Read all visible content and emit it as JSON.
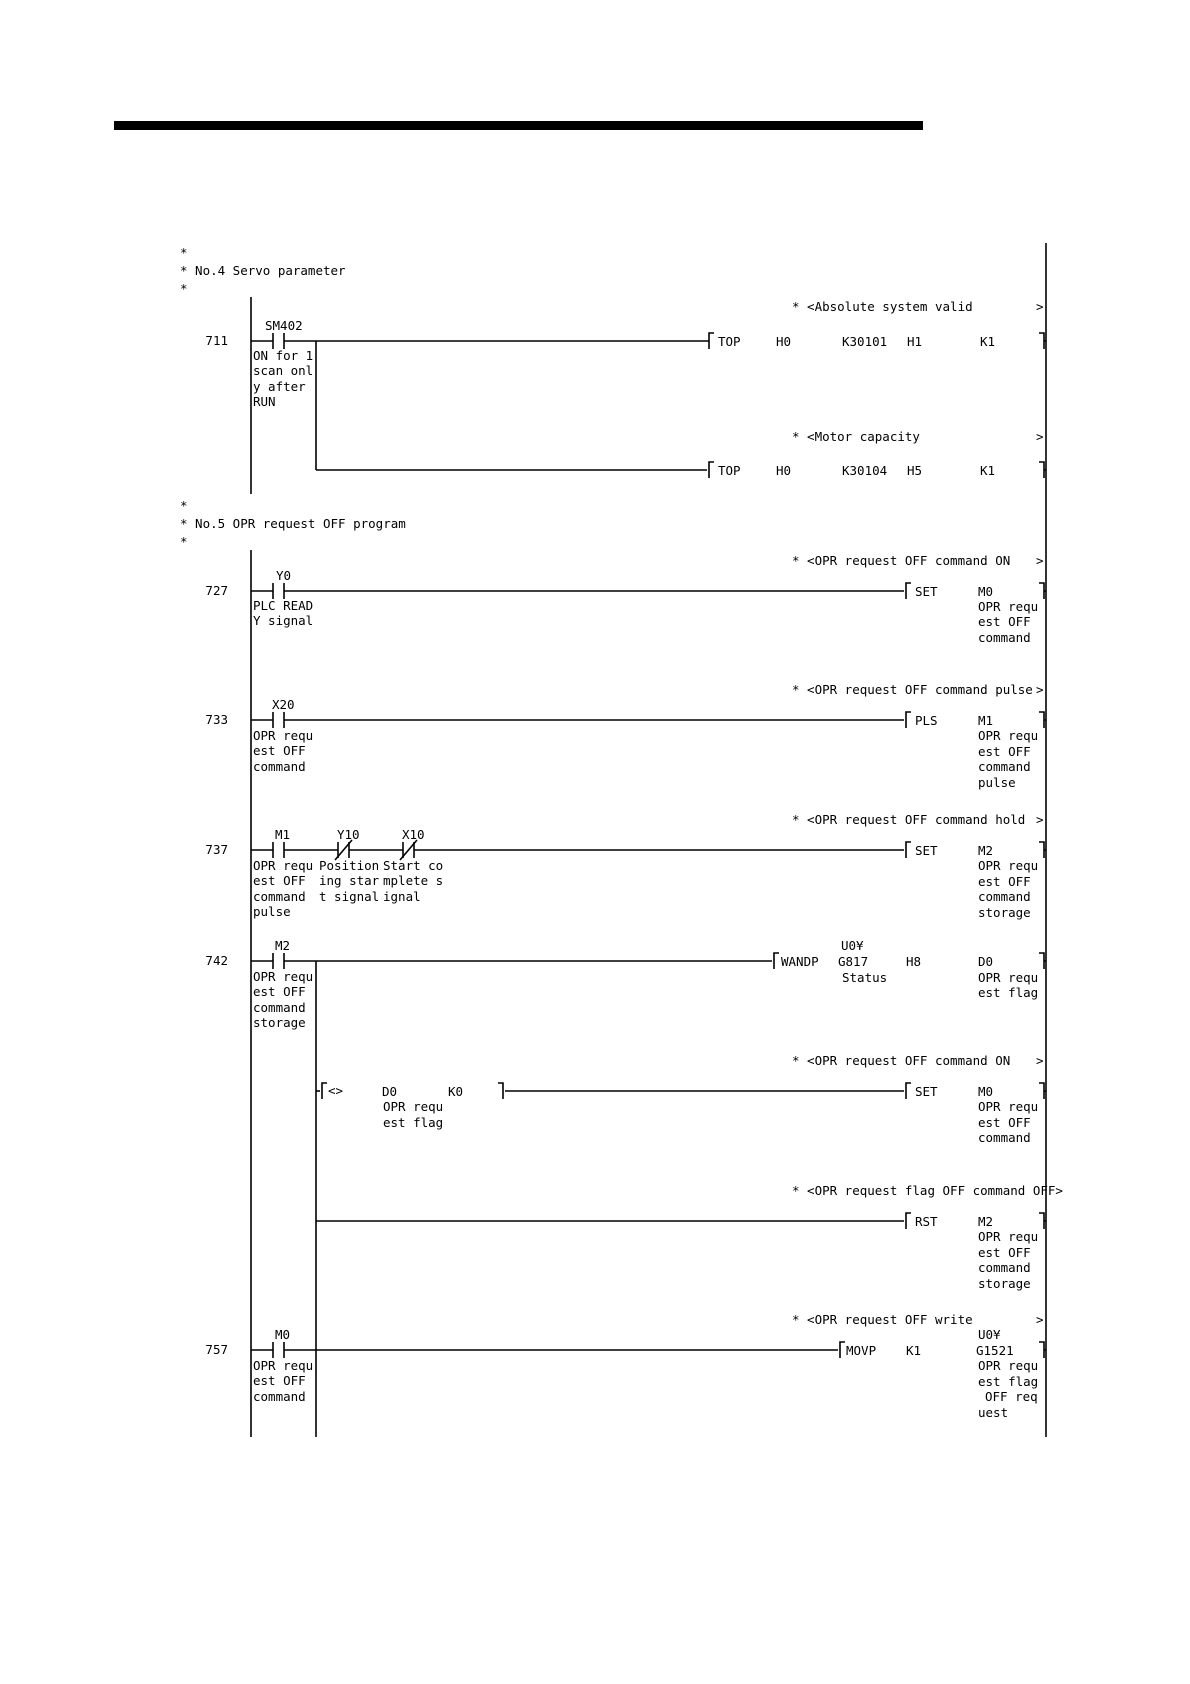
{
  "header_bar_color": "#000000",
  "comments": {
    "star": "*",
    "sec4_title": "* No.4 Servo parameter",
    "sec5_title": "* No.5 OPR request OFF program",
    "abs_valid": "* <Absolute system valid",
    "motor_cap": "* <Motor capacity",
    "opr_on": "* <OPR request OFF command ON",
    "opr_pulse": "* <OPR request OFF command pulse",
    "opr_hold": "* <OPR request OFF command hold",
    "opr_on2": "* <OPR request OFF command ON",
    "flag_off": "* <OPR request flag OFF command OFF>",
    "opr_write": "* <OPR request OFF write",
    "trail": ">"
  },
  "steps": {
    "s711": "711",
    "s727": "727",
    "s733": "733",
    "s737": "737",
    "s742": "742",
    "s757": "757"
  },
  "devices": {
    "sm402": "SM402",
    "y0": "Y0",
    "x20": "X20",
    "m1": "M1",
    "y10": "Y10",
    "x10": "X10",
    "m2": "M2",
    "m0": "M0"
  },
  "device_comments": {
    "sm402": [
      "ON for 1",
      "scan onl",
      "y after",
      "RUN"
    ],
    "y0": [
      "PLC READ",
      "Y signal"
    ],
    "x20": [
      "OPR requ",
      "est OFF",
      "command"
    ],
    "m1": [
      "OPR requ",
      "est OFF",
      "command",
      "pulse"
    ],
    "y10": [
      "Position",
      "ing star",
      "t signal"
    ],
    "x10": [
      "Start co",
      "mplete s",
      "ignal"
    ],
    "m2": [
      "OPR requ",
      "est OFF",
      "command",
      "storage"
    ],
    "m0": [
      "OPR requ",
      "est OFF",
      "command"
    ]
  },
  "instructions": {
    "top1": {
      "op": "TOP",
      "a": "H0",
      "b": "K30101",
      "c": "H1",
      "d": "K1"
    },
    "top2": {
      "op": "TOP",
      "a": "H0",
      "b": "K30104",
      "c": "H5",
      "d": "K1"
    },
    "set1": {
      "op": "SET",
      "dev": "M0",
      "cmt": [
        "OPR requ",
        "est OFF",
        "command"
      ]
    },
    "pls": {
      "op": "PLS",
      "dev": "M1",
      "cmt": [
        "OPR requ",
        "est OFF",
        "command",
        "pulse"
      ]
    },
    "set2": {
      "op": "SET",
      "dev": "M2",
      "cmt": [
        "OPR requ",
        "est OFF",
        "command",
        "storage"
      ]
    },
    "wandp": {
      "op": "WANDP",
      "a": [
        "U0¥",
        "G817",
        "Status"
      ],
      "b": "H8",
      "d": "D0",
      "dcmt": [
        "OPR requ",
        "est flag"
      ]
    },
    "cmp": {
      "op": "<>",
      "a": "D0",
      "acmt": [
        "OPR requ",
        "est flag"
      ],
      "b": "K0"
    },
    "set3": {
      "op": "SET",
      "dev": "M0",
      "cmt": [
        "OPR requ",
        "est OFF",
        "command"
      ]
    },
    "rst": {
      "op": "RST",
      "dev": "M2",
      "cmt": [
        "OPR requ",
        "est OFF",
        "command",
        "storage"
      ]
    },
    "movp": {
      "op": "MOVP",
      "a": "K1",
      "d": [
        "U0¥",
        "G1521"
      ],
      "dcmt": [
        "OPR requ",
        "est flag",
        "OFF req",
        "uest"
      ]
    }
  }
}
